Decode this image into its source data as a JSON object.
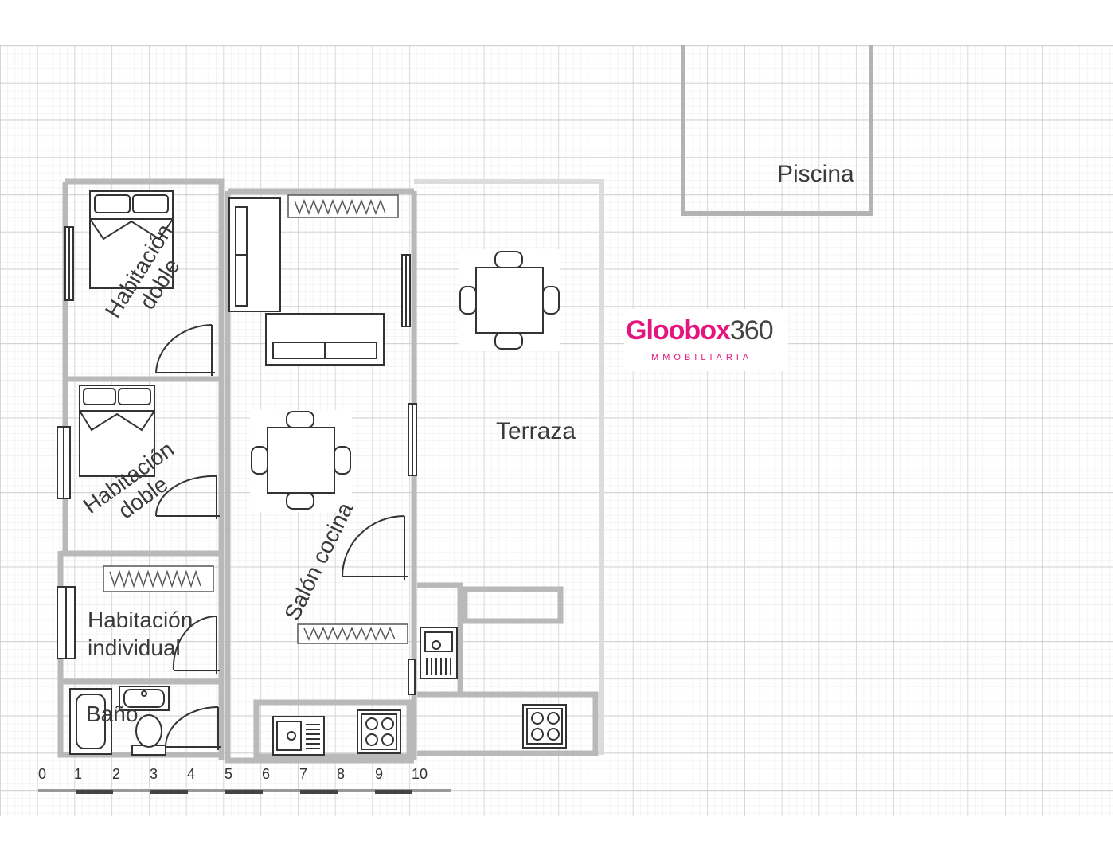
{
  "rooms": {
    "pool": "Piscina",
    "terrace": "Terraza",
    "double_room_1": [
      "Habitación",
      "doble"
    ],
    "double_room_2": [
      "Habitación",
      "doble"
    ],
    "living_kitchen": "Salón cocina",
    "single_room": [
      "Habitación",
      "individual"
    ],
    "bathroom": "Baño"
  },
  "logo": {
    "name_brand": "Gloobox",
    "name_number": "360",
    "subtitle": "IMMOBILIARIA",
    "colors": {
      "brand": "#e4157e",
      "number": "#444444"
    }
  },
  "scale_bar": {
    "labels": [
      "0",
      "1",
      "2",
      "3",
      "4",
      "5",
      "6",
      "7",
      "8",
      "9",
      "10"
    ]
  },
  "colors": {
    "grid": "#d6d6d6",
    "wall": "#b9b9b9",
    "terrace_wall": "#d9d9d9",
    "fixture": "#444444"
  }
}
